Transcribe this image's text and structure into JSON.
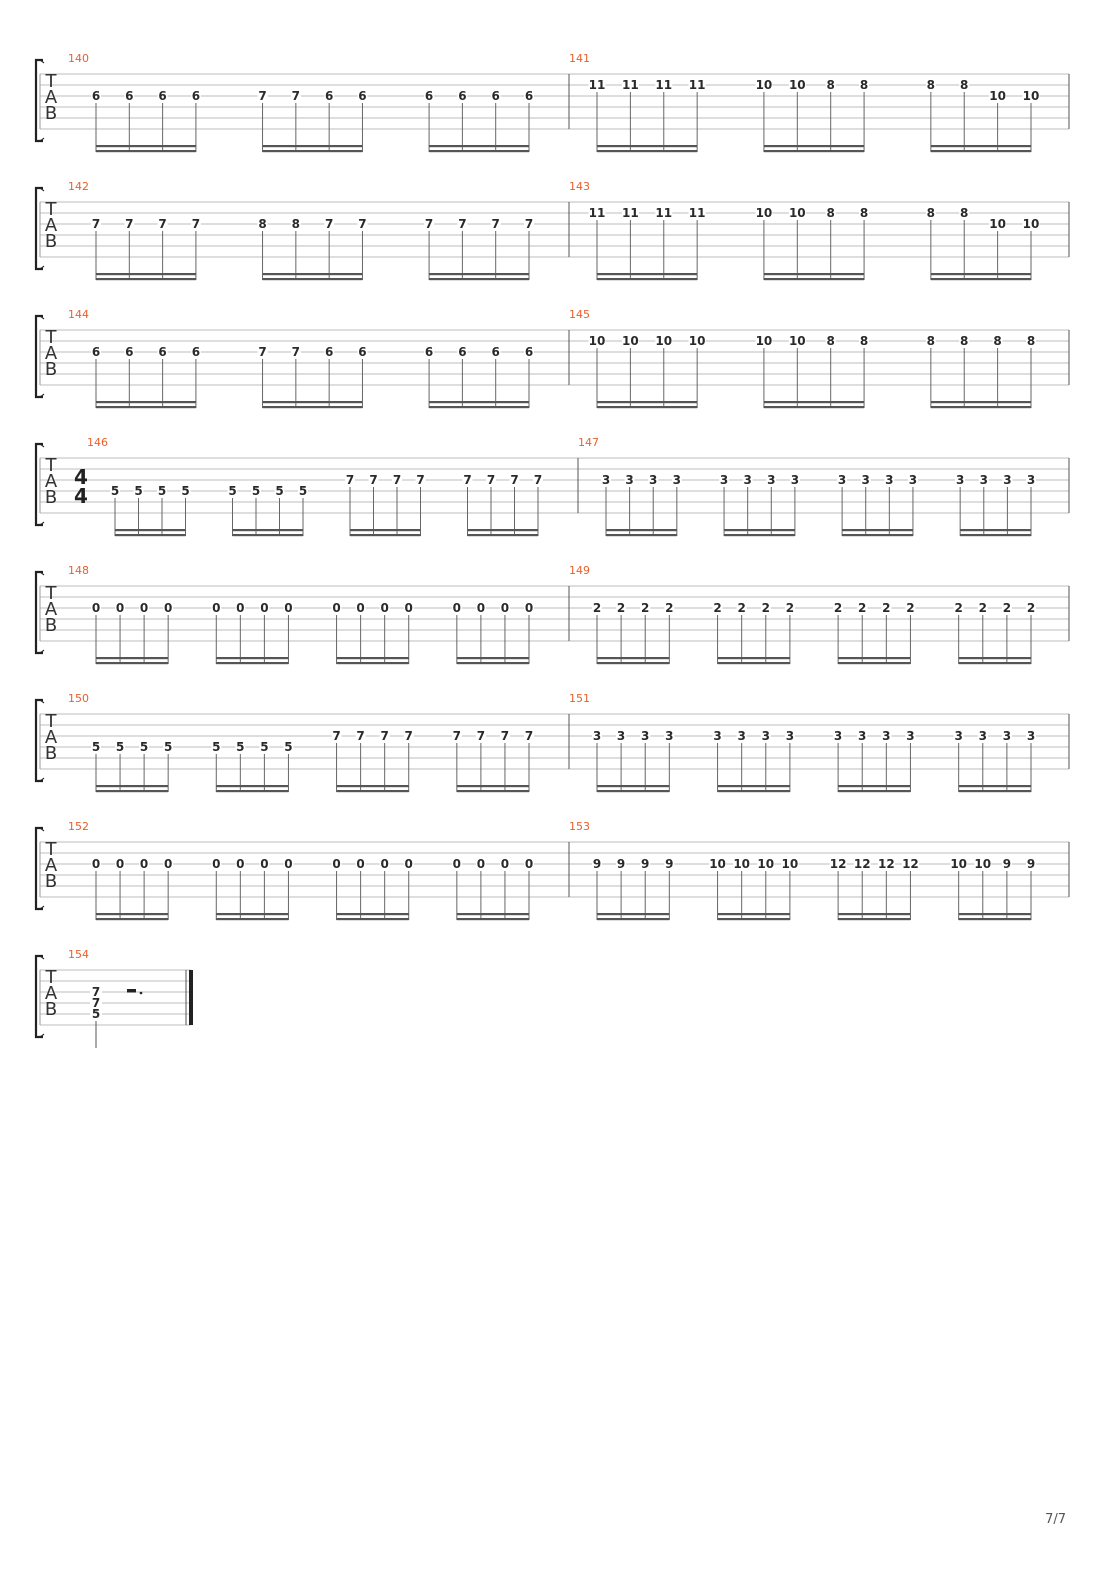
{
  "page": {
    "page_number": "7/7"
  },
  "tab_label": [
    "T",
    "A",
    "B"
  ],
  "systems": [
    {
      "measures": [
        {
          "number": "140",
          "groups": [
            [
              "6",
              "6",
              "6",
              "6"
            ],
            [
              "7",
              "7",
              "6",
              "6"
            ],
            [
              "6",
              "6",
              "6",
              "6"
            ]
          ],
          "string": 2
        },
        {
          "number": "141",
          "groups": [
            [
              "11",
              "11",
              "11",
              "11"
            ],
            [
              "10",
              "10",
              "8",
              "8"
            ],
            [
              "8",
              "8",
              "10",
              "10"
            ]
          ],
          "strings": [
            [
              1,
              1,
              1,
              1
            ],
            [
              1,
              1,
              1,
              1
            ],
            [
              1,
              1,
              2,
              2
            ]
          ]
        }
      ]
    },
    {
      "measures": [
        {
          "number": "142",
          "groups": [
            [
              "7",
              "7",
              "7",
              "7"
            ],
            [
              "8",
              "8",
              "7",
              "7"
            ],
            [
              "7",
              "7",
              "7",
              "7"
            ]
          ],
          "string": 2
        },
        {
          "number": "143",
          "groups": [
            [
              "11",
              "11",
              "11",
              "11"
            ],
            [
              "10",
              "10",
              "8",
              "8"
            ],
            [
              "8",
              "8",
              "10",
              "10"
            ]
          ],
          "strings": [
            [
              1,
              1,
              1,
              1
            ],
            [
              1,
              1,
              1,
              1
            ],
            [
              1,
              1,
              2,
              2
            ]
          ]
        }
      ]
    },
    {
      "measures": [
        {
          "number": "144",
          "groups": [
            [
              "6",
              "6",
              "6",
              "6"
            ],
            [
              "7",
              "7",
              "6",
              "6"
            ],
            [
              "6",
              "6",
              "6",
              "6"
            ]
          ],
          "string": 2
        },
        {
          "number": "145",
          "groups": [
            [
              "10",
              "10",
              "10",
              "10"
            ],
            [
              "10",
              "10",
              "8",
              "8"
            ],
            [
              "8",
              "8",
              "8",
              "8"
            ]
          ],
          "string": 1
        }
      ]
    },
    {
      "time_signature": {
        "top": "4",
        "bottom": "4"
      },
      "measures": [
        {
          "number": "146",
          "groups": [
            [
              "5",
              "5",
              "5",
              "5"
            ],
            [
              "5",
              "5",
              "5",
              "5"
            ],
            [
              "7",
              "7",
              "7",
              "7"
            ],
            [
              "7",
              "7",
              "7",
              "7"
            ]
          ],
          "strings": [
            [
              3,
              3,
              3,
              3
            ],
            [
              3,
              3,
              3,
              3
            ],
            [
              2,
              2,
              2,
              2
            ],
            [
              2,
              2,
              2,
              2
            ]
          ]
        },
        {
          "number": "147",
          "groups": [
            [
              "3",
              "3",
              "3",
              "3"
            ],
            [
              "3",
              "3",
              "3",
              "3"
            ],
            [
              "3",
              "3",
              "3",
              "3"
            ],
            [
              "3",
              "3",
              "3",
              "3"
            ]
          ],
          "string": 2
        }
      ]
    },
    {
      "measures": [
        {
          "number": "148",
          "groups": [
            [
              "0",
              "0",
              "0",
              "0"
            ],
            [
              "0",
              "0",
              "0",
              "0"
            ],
            [
              "0",
              "0",
              "0",
              "0"
            ],
            [
              "0",
              "0",
              "0",
              "0"
            ]
          ],
          "string": 2
        },
        {
          "number": "149",
          "groups": [
            [
              "2",
              "2",
              "2",
              "2"
            ],
            [
              "2",
              "2",
              "2",
              "2"
            ],
            [
              "2",
              "2",
              "2",
              "2"
            ],
            [
              "2",
              "2",
              "2",
              "2"
            ]
          ],
          "string": 2
        }
      ]
    },
    {
      "measures": [
        {
          "number": "150",
          "groups": [
            [
              "5",
              "5",
              "5",
              "5"
            ],
            [
              "5",
              "5",
              "5",
              "5"
            ],
            [
              "7",
              "7",
              "7",
              "7"
            ],
            [
              "7",
              "7",
              "7",
              "7"
            ]
          ],
          "strings": [
            [
              3,
              3,
              3,
              3
            ],
            [
              3,
              3,
              3,
              3
            ],
            [
              2,
              2,
              2,
              2
            ],
            [
              2,
              2,
              2,
              2
            ]
          ]
        },
        {
          "number": "151",
          "groups": [
            [
              "3",
              "3",
              "3",
              "3"
            ],
            [
              "3",
              "3",
              "3",
              "3"
            ],
            [
              "3",
              "3",
              "3",
              "3"
            ],
            [
              "3",
              "3",
              "3",
              "3"
            ]
          ],
          "string": 2
        }
      ]
    },
    {
      "measures": [
        {
          "number": "152",
          "groups": [
            [
              "0",
              "0",
              "0",
              "0"
            ],
            [
              "0",
              "0",
              "0",
              "0"
            ],
            [
              "0",
              "0",
              "0",
              "0"
            ],
            [
              "0",
              "0",
              "0",
              "0"
            ]
          ],
          "string": 2
        },
        {
          "number": "153",
          "groups": [
            [
              "9",
              "9",
              "9",
              "9"
            ],
            [
              "10",
              "10",
              "10",
              "10"
            ],
            [
              "12",
              "12",
              "12",
              "12"
            ],
            [
              "10",
              "10",
              "9",
              "9"
            ]
          ],
          "string": 2
        }
      ]
    },
    {
      "final": true,
      "measures": [
        {
          "number": "154",
          "chord": [
            {
              "fret": "7",
              "string": 2
            },
            {
              "fret": "7",
              "string": 3
            },
            {
              "fret": "5",
              "string": 4
            }
          ],
          "rest": "dotted-half-rest"
        }
      ]
    }
  ]
}
